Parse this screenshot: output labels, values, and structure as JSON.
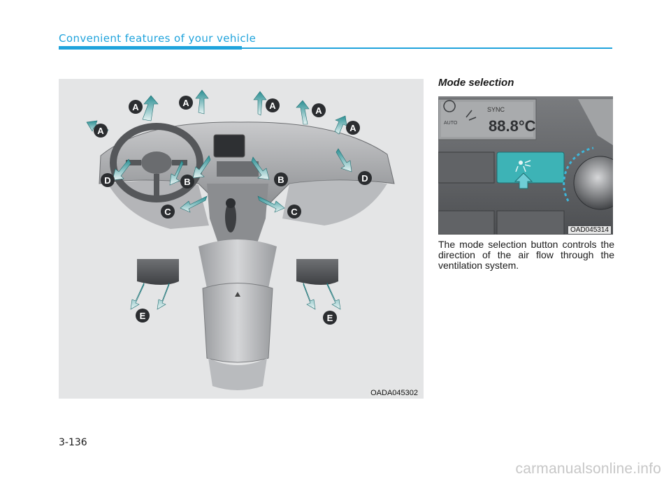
{
  "header": {
    "section_title": "Convenient features of your vehicle"
  },
  "figure_left": {
    "code": "OADA045302",
    "vent_labels": [
      "A",
      "A",
      "A",
      "A",
      "A",
      "A",
      "B",
      "B",
      "C",
      "C",
      "D",
      "D",
      "E",
      "E"
    ]
  },
  "section": {
    "heading": "Mode selection",
    "body": "The mode selection button controls the direction of the air flow through the ventilation system."
  },
  "figure_right": {
    "code": "OAD045314",
    "display_mode_label": "SYNC",
    "display_temp": "88.8°C",
    "display_auto": "AUTO"
  },
  "footer": {
    "page_number": "3-136",
    "watermark": "carmanualsonline.info"
  },
  "colors": {
    "accent": "#1fa3dc",
    "arrow": "#2a8f93",
    "button_highlight": "#3db3b6"
  },
  "icons": [
    "airflow-arrow-icon",
    "mode-button-icon"
  ]
}
